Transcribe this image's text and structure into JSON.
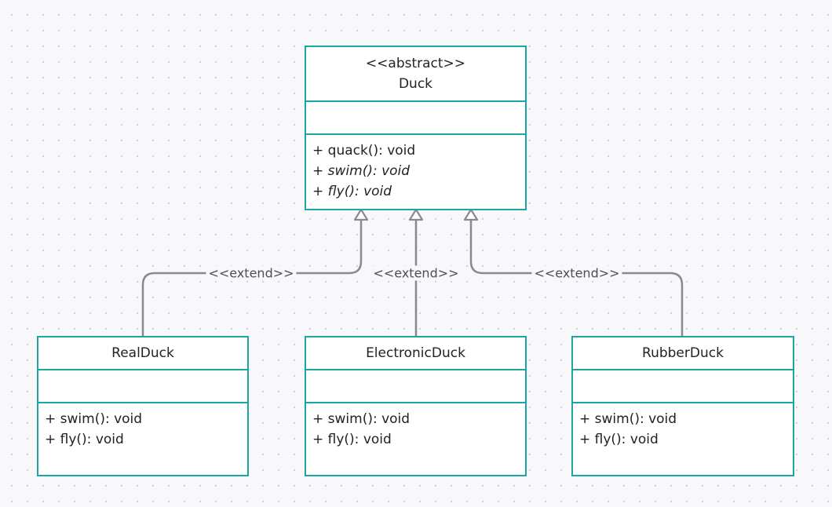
{
  "diagram": {
    "colors": {
      "box_border": "#1aa6a2",
      "connector": "#8a8a8e",
      "label_text": "#4d4d52"
    },
    "parent": {
      "stereotype": "<<abstract>>",
      "name": "Duck",
      "attributes": [],
      "operations": [
        {
          "text": "+ quack(): void",
          "abstract": false
        },
        {
          "text": "+ swim(): void",
          "abstract": true
        },
        {
          "text": "+ fly(): void",
          "abstract": true
        }
      ]
    },
    "children": [
      {
        "name": "RealDuck",
        "attributes": [],
        "operations": [
          "+ swim(): void",
          "+ fly(): void"
        ]
      },
      {
        "name": "ElectronicDuck",
        "attributes": [],
        "operations": [
          "+ swim(): void",
          "+ fly(): void"
        ]
      },
      {
        "name": "RubberDuck",
        "attributes": [],
        "operations": [
          "+ swim(): void",
          "+ fly(): void"
        ]
      }
    ],
    "relations": [
      {
        "from": "RealDuck",
        "to": "Duck",
        "type": "generalization",
        "label": "<<extend>>"
      },
      {
        "from": "ElectronicDuck",
        "to": "Duck",
        "type": "generalization",
        "label": "<<extend>>"
      },
      {
        "from": "RubberDuck",
        "to": "Duck",
        "type": "generalization",
        "label": "<<extend>>"
      }
    ]
  }
}
